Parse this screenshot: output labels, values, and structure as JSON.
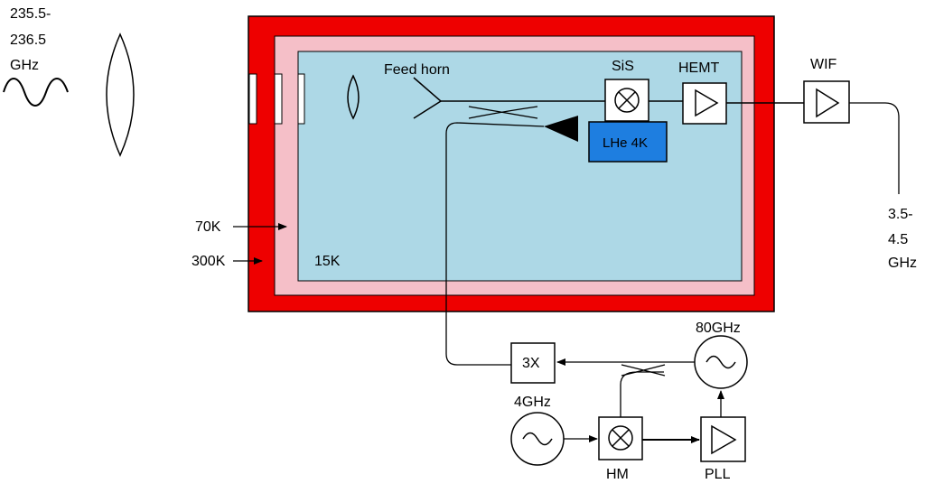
{
  "input_signal": {
    "freq_line1": "235.5-",
    "freq_line2": "236.5",
    "freq_line3": "GHz"
  },
  "dewar": {
    "stage_300k": "300K",
    "stage_70k": "70K",
    "stage_15k": "15K",
    "feed_horn": "Feed horn",
    "sis": "SiS",
    "hemt": "HEMT",
    "lhe": "LHe 4K"
  },
  "if_chain": {
    "wif": "WIF",
    "out_line1": "3.5-",
    "out_line2": "4.5",
    "out_line3": "GHz"
  },
  "lo_chain": {
    "tripler": "3X",
    "osc_80": "80GHz",
    "osc_4": "4GHz",
    "hm": "HM",
    "pll": "PLL"
  },
  "colors": {
    "shield_300k": "#ee0000",
    "shield_70k": "#f5bfc8",
    "cold_15k": "#add8e6",
    "lhe_block": "#1e7ee0",
    "line": "#000000"
  }
}
